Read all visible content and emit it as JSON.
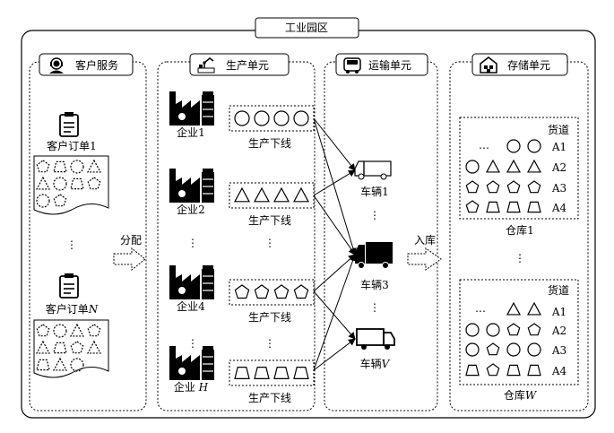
{
  "title": "工业园区",
  "columns": {
    "customer": "客户服务",
    "production": "生产单元",
    "transport": "运输单元",
    "storage": "存储单元"
  },
  "orders": [
    {
      "label": "客户订单1"
    },
    {
      "label": "客户订单N"
    }
  ],
  "order_label_prefix": "客户订单",
  "order_label_suffix_n": "N",
  "arrows": {
    "assign": "分配",
    "inbound": "入库"
  },
  "enterprises": [
    {
      "label": "企业1",
      "line_label": "生产下线",
      "shape": "circle"
    },
    {
      "label": "企业2",
      "line_label": "生产下线",
      "shape": "triangle"
    },
    {
      "label": "企业4",
      "line_label": "生产下线",
      "shape": "pentagon"
    },
    {
      "label": "企业 H",
      "line_label": "生产下线",
      "shape": "trapezoid"
    }
  ],
  "enterprise_prefix": "企业",
  "enterprise_h": "H",
  "line_label": "生产下线",
  "vehicles": [
    {
      "label": "车辆1"
    },
    {
      "label": "车辆3"
    },
    {
      "label": "车辆V"
    }
  ],
  "vehicle_prefix": "车辆",
  "vehicle_v": "V",
  "warehouses": [
    {
      "label": "仓库1",
      "lane_header": "货道",
      "lanes": [
        "A1",
        "A2",
        "A3",
        "A4"
      ]
    },
    {
      "label": "仓库W",
      "lane_header": "货道",
      "lanes": [
        "A1",
        "A2",
        "A3",
        "A4"
      ]
    }
  ],
  "warehouse_prefix": "仓库",
  "warehouse_w": "W",
  "lane_header": "货道",
  "lanes": [
    "A1",
    "A2",
    "A3",
    "A4"
  ],
  "ellipsis": "…",
  "vdots": "⋮",
  "icons": {
    "customer": "headset-user-icon",
    "production": "robot-arm-icon",
    "transport": "truck-icon",
    "storage": "warehouse-icon",
    "order": "clipboard-icon",
    "factory": "factory-icon"
  }
}
